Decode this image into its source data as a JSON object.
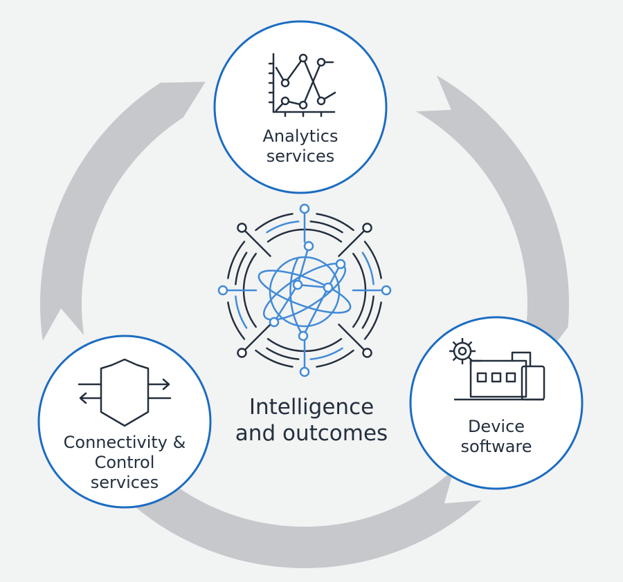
{
  "colors": {
    "background": "#f2f3f3",
    "cycle_arrow": "#c6c8cc",
    "node_border": "#1b6cc1",
    "node_fill": "#ffffff",
    "icon_dark": "#232f3e",
    "icon_accent": "#3f8ad8",
    "text": "#232f3e"
  },
  "center": {
    "line1": "Intelligence",
    "line2": "and outcomes",
    "icon": "globe-network-icon"
  },
  "nodes": {
    "analytics": {
      "line1": "Analytics",
      "line2": "services",
      "icon": "line-chart-icon"
    },
    "device": {
      "line1": "Device",
      "line2": "software",
      "icon": "device-gear-icon"
    },
    "connectivity": {
      "line1": "Connectivity &",
      "line2": "Control",
      "line3": "services",
      "icon": "shield-arrows-icon"
    }
  }
}
